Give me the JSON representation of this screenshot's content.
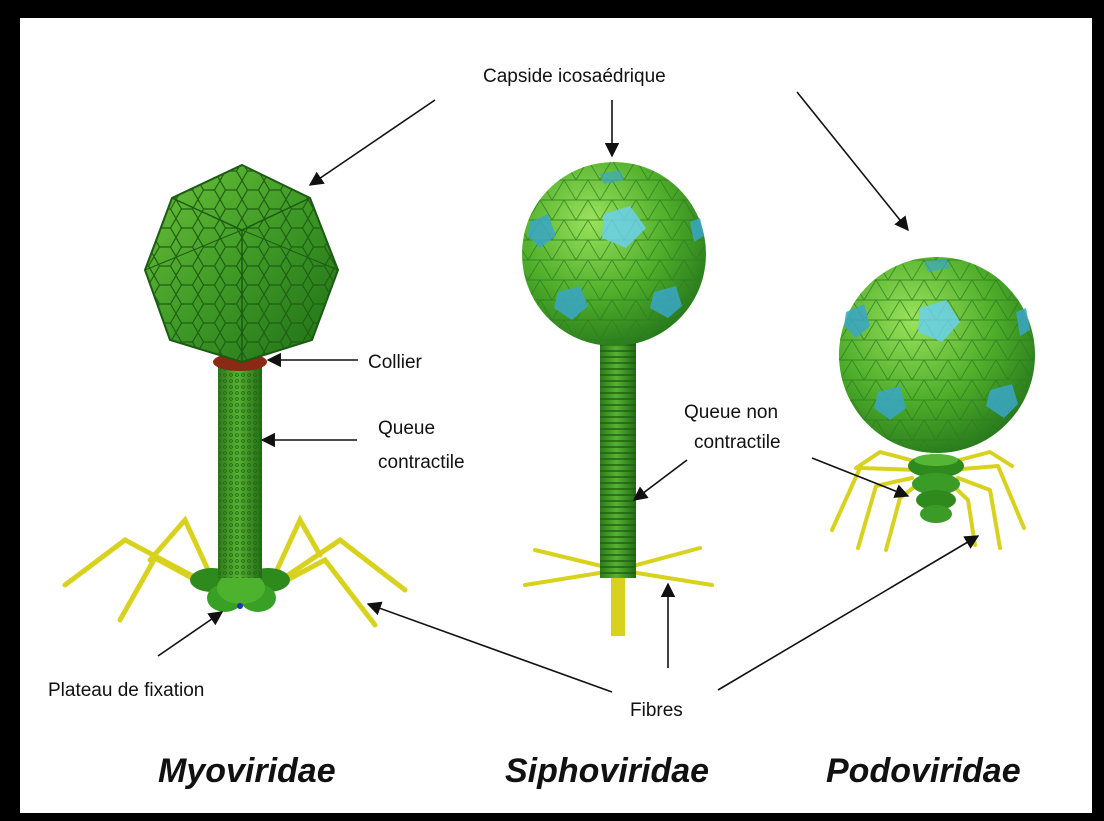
{
  "labels": {
    "capsid": "Capside icosaédrique",
    "collar": "Collier",
    "tail_contractile_1": "Queue",
    "tail_contractile_2": "contractile",
    "tail_noncontractile_1": "Queue non",
    "tail_noncontractile_2": "contractile",
    "baseplate": "Plateau de fixation",
    "fibers": "Fibres"
  },
  "families": {
    "myo": "Myoviridae",
    "sipho": "Siphoviridae",
    "podo": "Podoviridae"
  },
  "colors": {
    "frame": "#000000",
    "background": "#ffffff",
    "capsid_dark": "#2f8a1e",
    "capsid_light": "#6cc23c",
    "facet_blue": "#3aa6c8",
    "collar": "#8b2a14",
    "fiber": "#d8d21e",
    "text": "#111111"
  }
}
